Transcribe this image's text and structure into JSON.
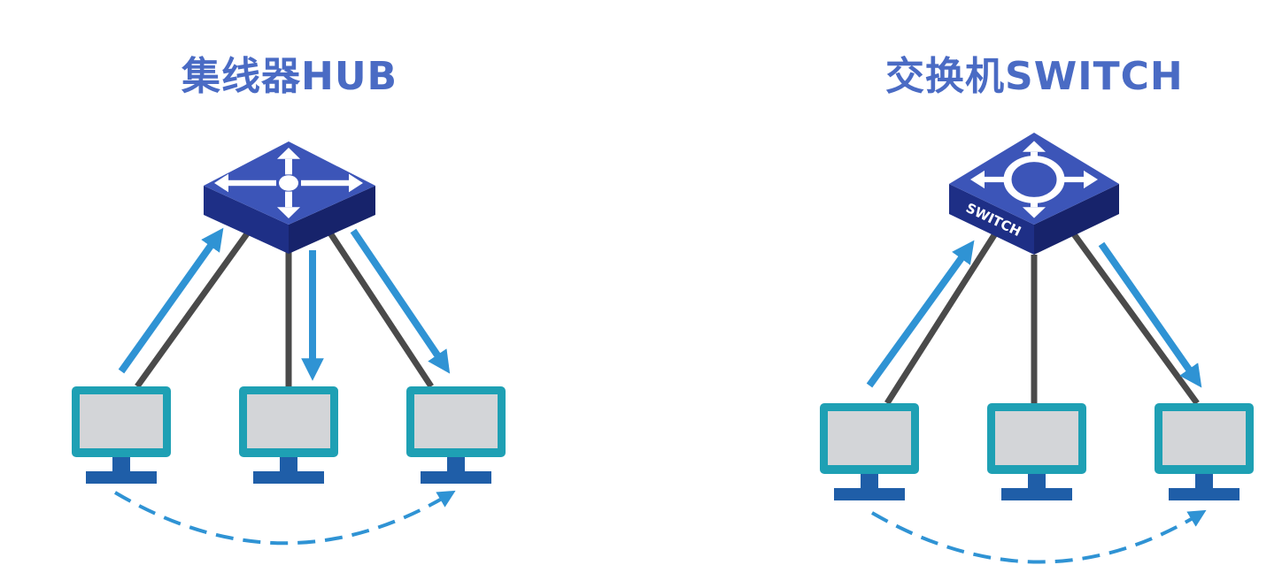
{
  "colors": {
    "title": "#4a6bc4",
    "device_top": "#3c55b8",
    "device_side": "#1e2f86",
    "device_dark": "#17236b",
    "cable": "#4a4a4a",
    "arrow": "#2f93d4",
    "monitor_frame": "#1ea0b4",
    "monitor_screen": "#d3d5d8",
    "monitor_stand": "#1f5ea8"
  },
  "hub": {
    "title": "集线器HUB",
    "device_icon": "four-way-arrows-icon"
  },
  "switch": {
    "title": "交换机SWITCH",
    "device_label": "SWITCH",
    "device_icon": "four-way-arrows-circle-icon"
  }
}
